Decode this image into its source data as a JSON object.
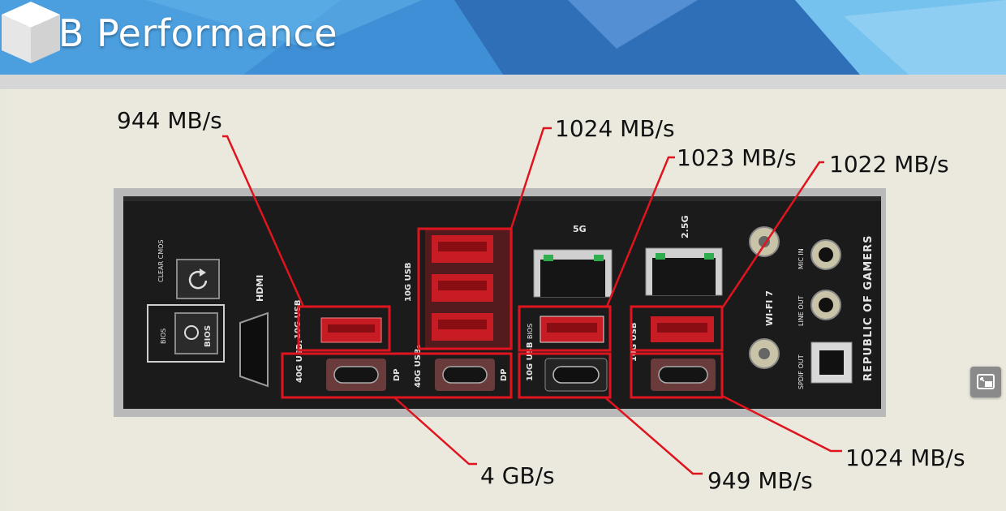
{
  "slide": {
    "title": "USB Performance"
  },
  "measurements": [
    {
      "id": "m1",
      "text": "944 MB/s"
    },
    {
      "id": "m2",
      "text": "1024 MB/s"
    },
    {
      "id": "m3",
      "text": "1023 MB/s"
    },
    {
      "id": "m4",
      "text": "1022 MB/s"
    },
    {
      "id": "m5",
      "text": "4 GB/s"
    },
    {
      "id": "m6",
      "text": "949 MB/s"
    },
    {
      "id": "m7",
      "text": "1024 MB/s"
    }
  ],
  "io_panel": {
    "clear_cmos": "CLEAR CMOS",
    "bios_label": "BIOS",
    "bios_button": "BIOS",
    "hdmi": "HDMI",
    "usb10g_label": "10G USB",
    "usb_40g_1": "40G USB₁",
    "dp_1": "DP",
    "usb_40g_2": "40G USB₂",
    "dp_2": "DP",
    "usb10g_stack_label": "10G USB",
    "lan_5g": "5G",
    "lan_25g": "2.5G",
    "bios_flash_label": "BIOS",
    "usb10g_c_label": "10G USB",
    "usb10g_right_label": "10G USB",
    "wifi": "WI-FI 7",
    "mic_in": "MIC IN",
    "line_out": "LINE OUT",
    "spdif_out": "SPDIF OUT",
    "rog_text": "REPUBLIC OF GAMERS"
  },
  "colors": {
    "banner_dark": "#2f6fb8",
    "banner_light": "#5aaee6",
    "highlight_red": "#e0141e",
    "panel_black": "#1b1b1b",
    "panel_frame": "#b9b9b9"
  },
  "icons": {
    "cube": "cube-logo-icon",
    "floating": "picture-in-picture-icon"
  }
}
